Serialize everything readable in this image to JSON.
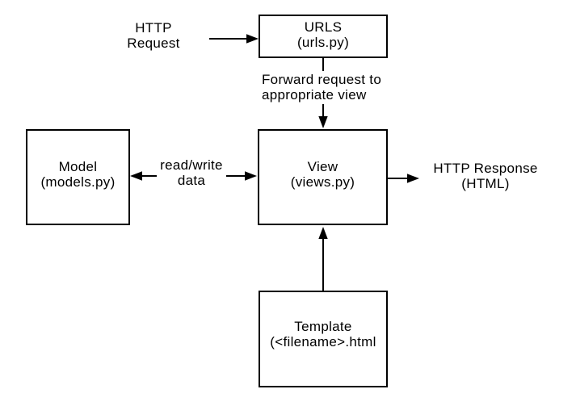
{
  "diagram": {
    "description_labels": {
      "http_request": {
        "line1": "HTTP",
        "line2": "Request"
      },
      "forward": {
        "line1": "Forward request to",
        "line2": "appropriate view"
      },
      "read_write": {
        "line1": "read/write",
        "line2": "data"
      },
      "http_response": {
        "line1": "HTTP Response",
        "line2": "(HTML)"
      }
    },
    "boxes": {
      "urls": {
        "title": "URLS",
        "subtitle": "(urls.py)"
      },
      "model": {
        "title": "Model",
        "subtitle": "(models.py)"
      },
      "view": {
        "title": "View",
        "subtitle": "(views.py)"
      },
      "template": {
        "title": "Template",
        "subtitle": "(<filename>.html"
      }
    },
    "edges": [
      {
        "from": "http-request-label",
        "to": "urls-box",
        "style": "single-arrow"
      },
      {
        "from": "urls-box",
        "to": "view-box",
        "style": "single-arrow",
        "label": "Forward request to appropriate view"
      },
      {
        "from": "model-box",
        "to": "view-box",
        "style": "double-arrow",
        "label": "read/write data"
      },
      {
        "from": "view-box",
        "to": "http-response-label",
        "style": "single-arrow"
      },
      {
        "from": "template-box",
        "to": "view-box",
        "style": "single-arrow"
      }
    ],
    "colors": {
      "background": "#ffffff",
      "stroke": "#000000",
      "text": "#000000"
    }
  }
}
